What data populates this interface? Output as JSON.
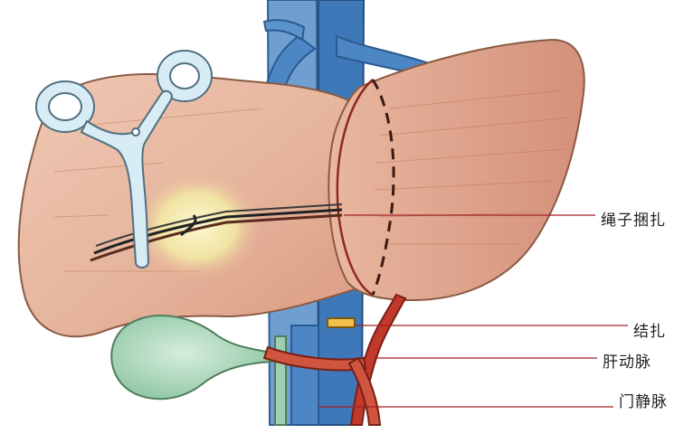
{
  "labels": {
    "rope_tie": "绳子捆扎",
    "ligature": "结扎",
    "hepatic_artery": "肝动脉",
    "portal_vein": "门静脉"
  },
  "colors": {
    "liver": "#e8b6a0",
    "liver_shade": "#c97e63",
    "vein_blue": "#4d86c4",
    "artery_red": "#c0392b",
    "gallbladder": "#a9d6b8",
    "clamp": "#d8ecf5",
    "leader_line": "#a32020"
  }
}
